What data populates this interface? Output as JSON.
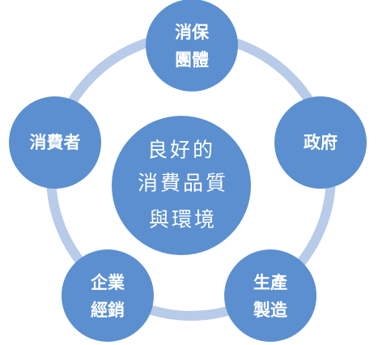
{
  "colors": {
    "node_fill": "#5b8fd0",
    "center_fill": "#5b8fd0",
    "ring": "#b8cbe8",
    "text": "#ffffff"
  },
  "center": {
    "lines": [
      "良好的",
      "消費品質",
      "與環境"
    ]
  },
  "nodes": [
    {
      "id": "consumer-protection-group",
      "lines": [
        "消保",
        "團體"
      ]
    },
    {
      "id": "government",
      "lines": [
        "政府"
      ]
    },
    {
      "id": "producer-manufacturer",
      "lines": [
        "生產",
        "製造"
      ]
    },
    {
      "id": "enterprise-distributor",
      "lines": [
        "企業",
        "經銷"
      ]
    },
    {
      "id": "consumer",
      "lines": [
        "消費者"
      ]
    }
  ]
}
